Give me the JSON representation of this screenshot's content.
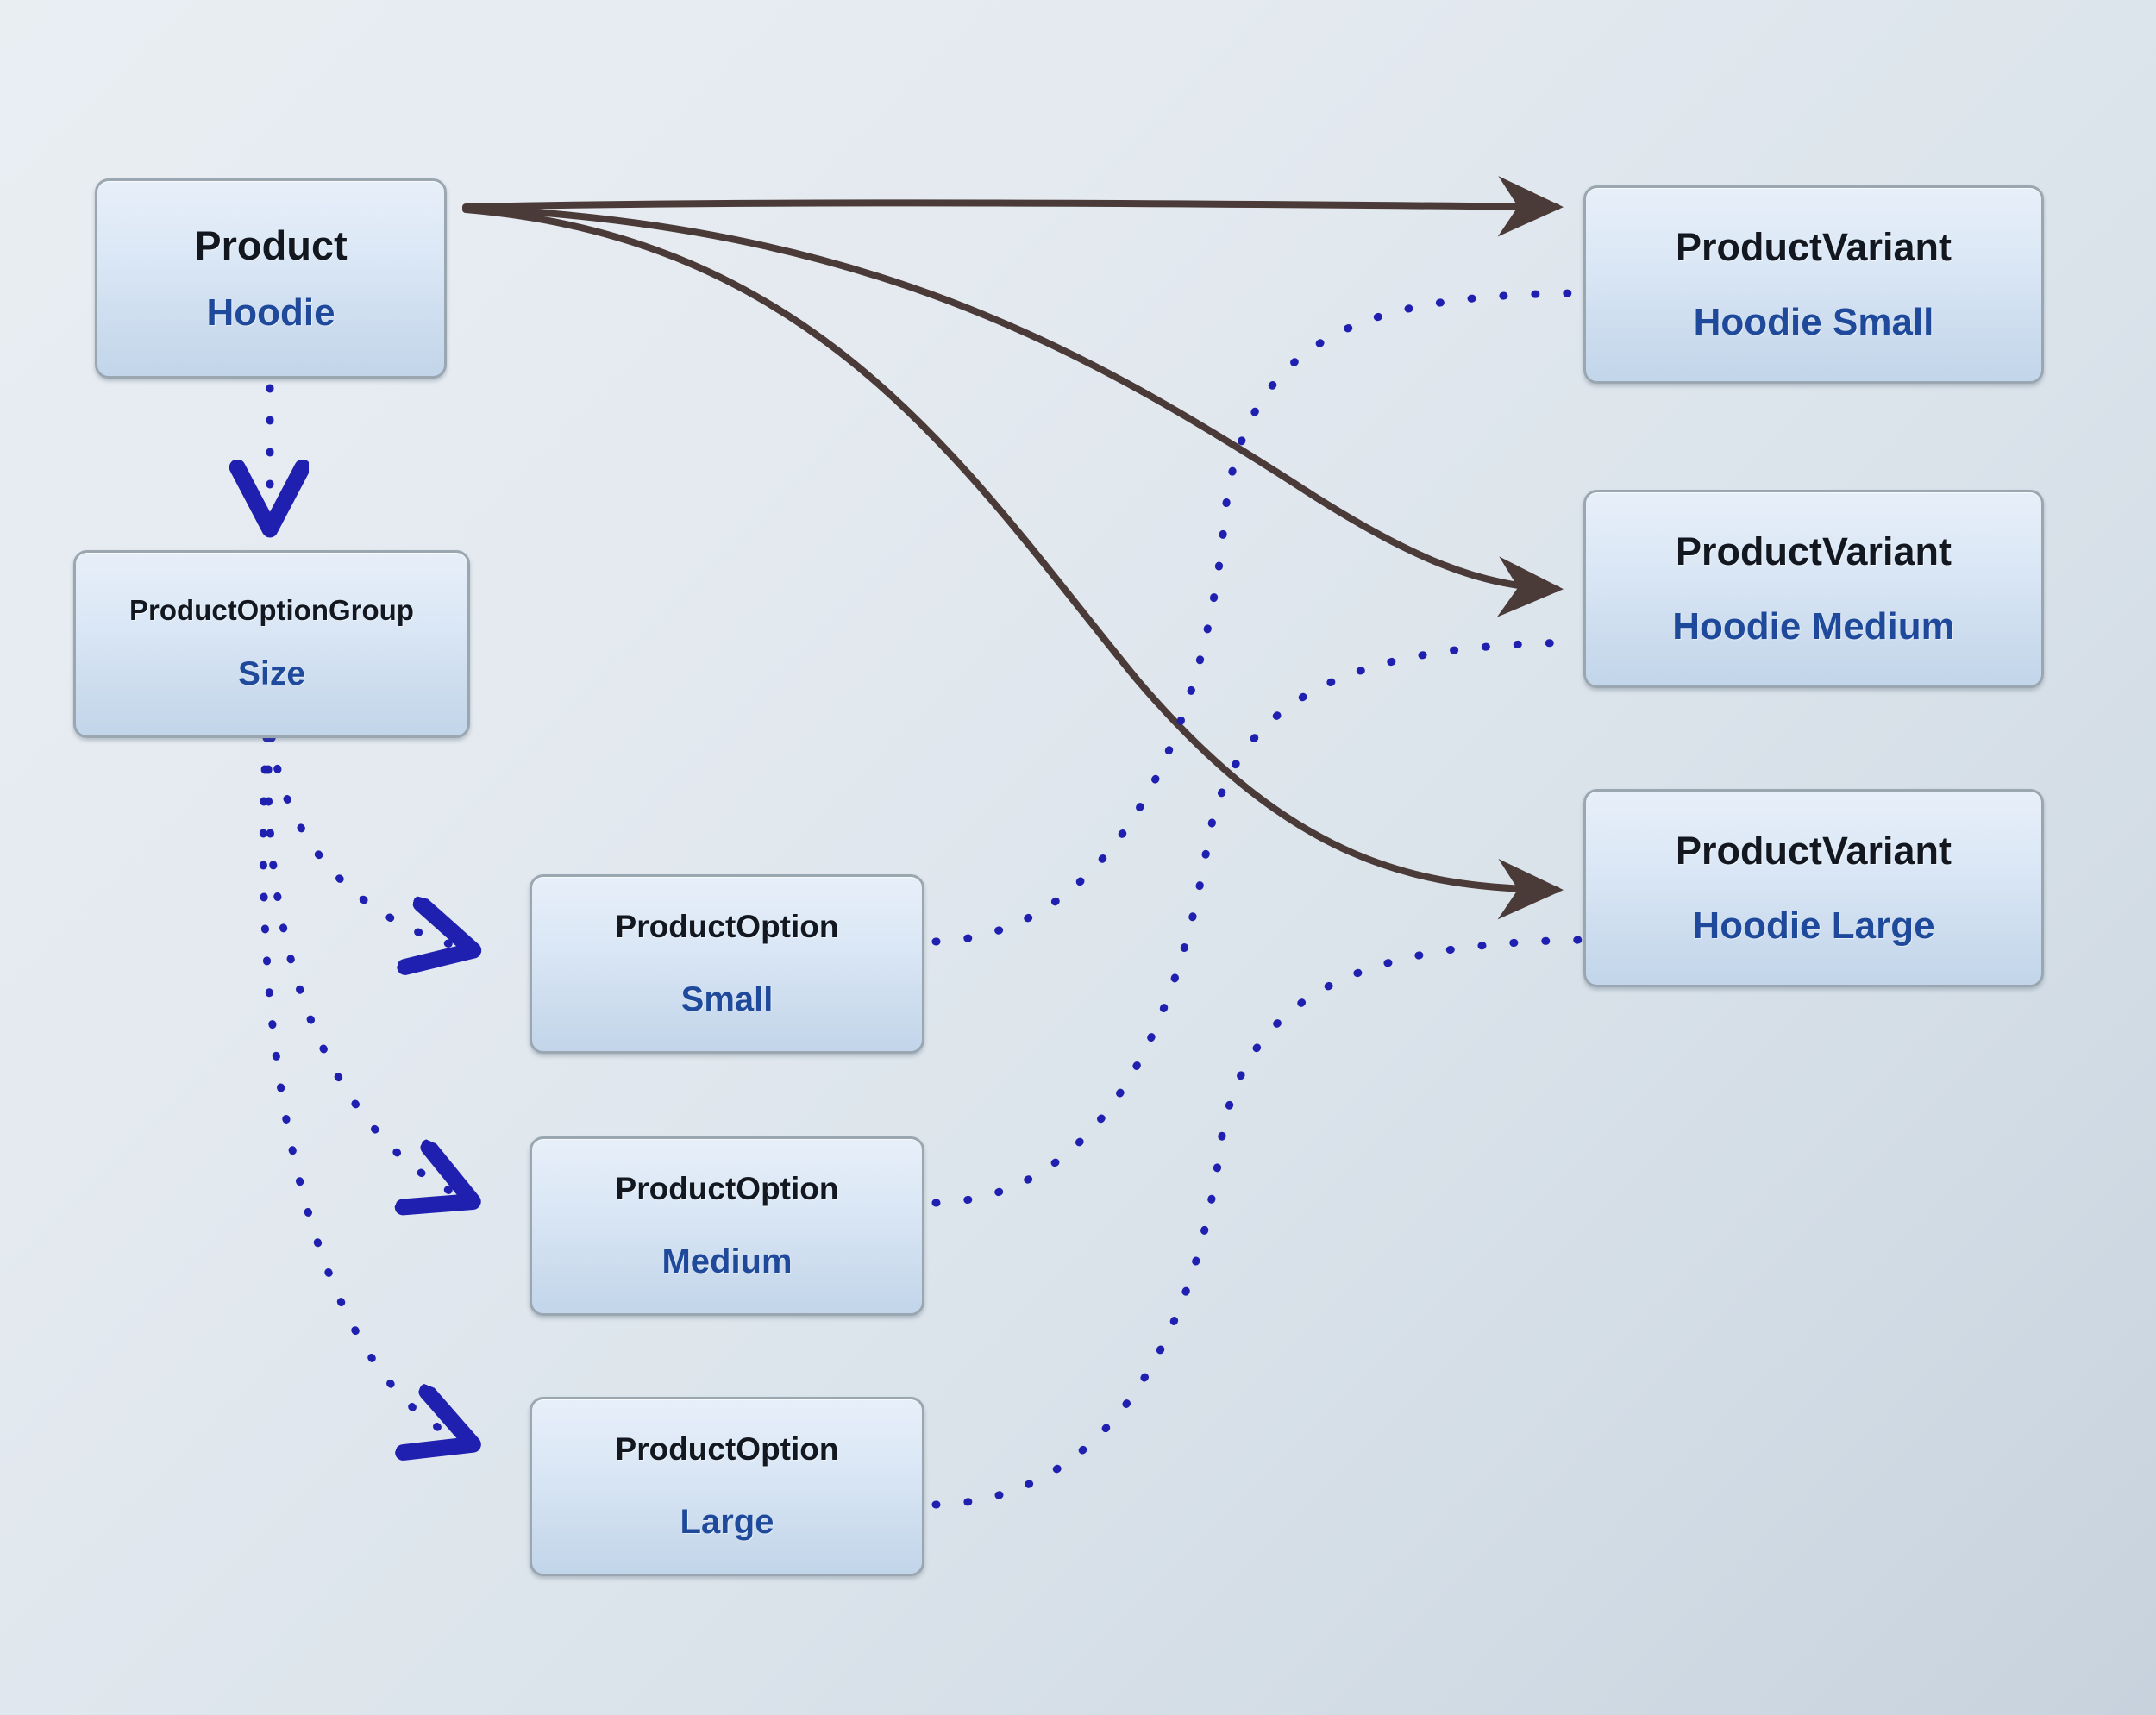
{
  "diagram": {
    "kind": "entity-relationship-diagram",
    "background_from": "#e9eef3",
    "background_to": "#c7d2dd",
    "solid_edge_color": "#4a3a38",
    "dotted_edge_color": "#2020b0",
    "node_border_color": "#9aa7b1",
    "node_title_color": "#131820",
    "node_subtitle_color": "#1f4a9b"
  },
  "nodes": {
    "product": {
      "title": "Product",
      "subtitle": "Hoodie"
    },
    "option_group": {
      "title": "ProductOptionGroup",
      "subtitle": "Size"
    },
    "options": [
      {
        "title": "ProductOption",
        "subtitle": "Small"
      },
      {
        "title": "ProductOption",
        "subtitle": "Medium"
      },
      {
        "title": "ProductOption",
        "subtitle": "Large"
      }
    ],
    "variants": [
      {
        "title": "ProductVariant",
        "subtitle": "Hoodie Small"
      },
      {
        "title": "ProductVariant",
        "subtitle": "Hoodie Medium"
      },
      {
        "title": "ProductVariant",
        "subtitle": "Hoodie Large"
      }
    ]
  },
  "edges": [
    {
      "from": "product",
      "to": "variant-small",
      "style": "solid",
      "arrow": "filled"
    },
    {
      "from": "product",
      "to": "variant-medium",
      "style": "solid",
      "arrow": "filled"
    },
    {
      "from": "product",
      "to": "variant-large",
      "style": "solid",
      "arrow": "filled"
    },
    {
      "from": "product",
      "to": "option-group",
      "style": "dotted",
      "arrow": "open"
    },
    {
      "from": "option-group",
      "to": "option-small",
      "style": "dotted",
      "arrow": "open"
    },
    {
      "from": "option-group",
      "to": "option-medium",
      "style": "dotted",
      "arrow": "open"
    },
    {
      "from": "option-group",
      "to": "option-large",
      "style": "dotted",
      "arrow": "open"
    },
    {
      "from": "option-small",
      "to": "variant-small",
      "style": "dotted",
      "arrow": "none"
    },
    {
      "from": "option-medium",
      "to": "variant-medium",
      "style": "dotted",
      "arrow": "none"
    },
    {
      "from": "option-large",
      "to": "variant-large",
      "style": "dotted",
      "arrow": "none"
    }
  ]
}
